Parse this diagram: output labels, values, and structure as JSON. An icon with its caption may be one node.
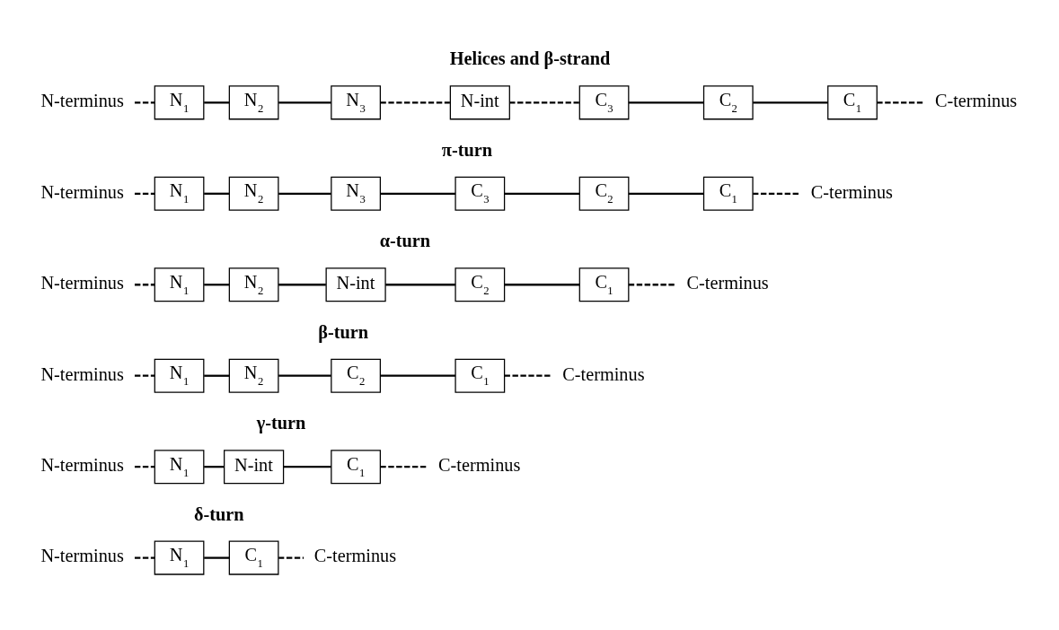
{
  "diagram": {
    "nodes": [
      {
        "text": [
          "N-terminus"
        ]
      },
      {
        "text": [
          "N$_{1}$"
        ]
      },
      {
        "text": [
          "C$_{1}$"
        ]
      },
      {
        "text": [
          "C-terminus"
        ]
      },
      {
        "text": [
          "N-terminus"
        ]
      },
      {
        "text": [
          "N$_{1}$"
        ]
      },
      {
        "text": [
          "N-int"
        ]
      },
      {
        "text": [
          "C$_{1}$"
        ]
      },
      {
        "text": [
          "C-terminus"
        ]
      },
      {
        "text": [
          "N-terminus"
        ]
      },
      {
        "text": [
          "N$_{1}$"
        ]
      },
      {
        "text": [
          "N$_{2}$"
        ]
      },
      {
        "text": [
          "C$_{2}$"
        ]
      },
      {
        "text": [
          "C$_{1}$"
        ]
      },
      {
        "text": [
          "C-terminus"
        ]
      },
      {
        "text": [
          "N-terminus"
        ]
      },
      {
        "text": [
          "N$_{1}$"
        ]
      },
      {
        "text": [
          "N$_{2}$"
        ]
      },
      {
        "text": [
          "N-int"
        ]
      },
      {
        "text": [
          "C$_{2}$"
        ]
      },
      {
        "text": [
          "C$_{1}$"
        ]
      },
      {
        "text": [
          "C-terminus"
        ]
      },
      {
        "text": [
          "N-terminus"
        ]
      },
      {
        "text": [
          "N$_{1}$"
        ]
      },
      {
        "text": [
          "N$_{2}$"
        ]
      },
      {
        "text": [
          "N$_{3}$"
        ]
      },
      {
        "text": [
          "C$_{3}$"
        ]
      },
      {
        "text": [
          "C$_{2}$"
        ]
      },
      {
        "text": [
          "C$_{1}$"
        ]
      },
      {
        "text": [
          "C-terminus"
        ]
      },
      {
        "text": [
          "N-terminus"
        ]
      },
      {
        "text": [
          "N$_{1}$"
        ]
      },
      {
        "text": [
          "N$_{2}$"
        ]
      },
      {
        "text": [
          "N$_{3}$"
        ]
      },
      {
        "text": [
          "N-int"
        ]
      },
      {
        "text": [
          "C$_{3}$"
        ]
      },
      {
        "text": [
          "C$_{2}$"
        ]
      },
      {
        "text": [
          "C$_{1}$"
        ]
      },
      {
        "text": [
          "C-terminus"
        ]
      }
    ],
    "edges": [
      {
        "from": 0,
        "to": 1,
        "arrow": "none",
        "style": "dashed"
      },
      {
        "from": 1,
        "to": 2,
        "arrow": "none"
      },
      {
        "from": 2,
        "to": 3,
        "arrow": "none",
        "style": "dashed"
      },
      {
        "from": 4,
        "to": 5,
        "arrow": "none",
        "style": "dashed"
      },
      {
        "from": 5,
        "to": 6,
        "arrow": "none"
      },
      {
        "from": 6,
        "to": 7,
        "arrow": "none"
      },
      {
        "from": 7,
        "to": 8,
        "arrow": "none",
        "style": "dashed"
      },
      {
        "from": 9,
        "to": 10,
        "arrow": "none",
        "style": "dashed"
      },
      {
        "from": 10,
        "to": 11,
        "arrow": "none"
      },
      {
        "from": 11,
        "to": 12,
        "arrow": "none"
      },
      {
        "from": 12,
        "to": 13,
        "arrow": "none"
      },
      {
        "from": 13,
        "to": 14,
        "arrow": "none",
        "style": "dashed"
      },
      {
        "from": 15,
        "to": 16,
        "arrow": "none",
        "style": "dashed"
      },
      {
        "from": 16,
        "to": 17,
        "arrow": "none"
      },
      {
        "from": 17,
        "to": 18,
        "arrow": "none"
      },
      {
        "from": 18,
        "to": 19,
        "arrow": "none"
      },
      {
        "from": 19,
        "to": 20,
        "arrow": "none"
      },
      {
        "from": 20,
        "to": 21,
        "arrow": "none",
        "style": "dashed"
      },
      {
        "from": 22,
        "to": 23,
        "arrow": "none",
        "style": "dashed"
      },
      {
        "from": 23,
        "to": 24,
        "arrow": "none"
      },
      {
        "from": 24,
        "to": 25,
        "arrow": "none"
      },
      {
        "from": 25,
        "to": 26,
        "arrow": "none"
      },
      {
        "from": 26,
        "to": 27,
        "arrow": "none"
      },
      {
        "from": 27,
        "to": 28,
        "arrow": "none"
      },
      {
        "from": 28,
        "to": 29,
        "arrow": "none",
        "style": "dashed"
      },
      {
        "from": 30,
        "to": 31,
        "arrow": "none",
        "style": "dashed"
      },
      {
        "from": 31,
        "to": 32,
        "arrow": "none"
      },
      {
        "from": 32,
        "to": 33,
        "arrow": "none"
      },
      {
        "from": 33,
        "to": 34,
        "arrow": "none",
        "style": "dashed"
      },
      {
        "from": 34,
        "to": 35,
        "arrow": "none",
        "style": "dashed"
      },
      {
        "from": 35,
        "to": 36,
        "arrow": "none"
      },
      {
        "from": 36,
        "to": 37,
        "arrow": "none"
      },
      {
        "from": 37,
        "to": 38,
        "arrow": "none",
        "style": "dashed"
      }
    ],
    "labels": [
      "δ-turn",
      "γ-turn",
      "β-turn",
      "α-turn",
      "π-turn",
      "Helices and β-strand"
    ]
  }
}
